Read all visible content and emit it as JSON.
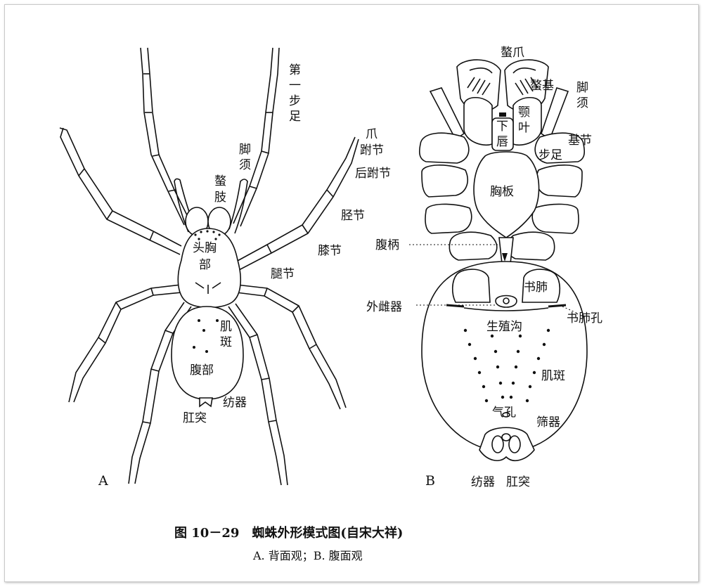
{
  "panels": {
    "dorsal": {
      "letter": "A",
      "labels": {
        "first_leg": [
          "第",
          "一",
          "步",
          "足"
        ],
        "claw": "爪",
        "tarsus": "跗节",
        "metatarsus": "后跗节",
        "tibia": "胫节",
        "patella": "膝节",
        "femur": "腿节",
        "pedipalp": [
          "脚",
          "须"
        ],
        "chelicera": [
          "螯",
          "肢"
        ],
        "cephalothorax": [
          "头胸",
          "部"
        ],
        "muscle_spots": [
          "肌",
          "斑"
        ],
        "abdomen": "腹部",
        "spinnerets": "纺器",
        "anal_tubercle": "肛突"
      }
    },
    "ventral": {
      "letter": "B",
      "labels": {
        "fang": "螯爪",
        "chelicera_base": "螯基",
        "pedipalp": [
          "脚",
          "须"
        ],
        "labium": [
          "下",
          "唇"
        ],
        "maxilla": [
          "颚",
          "叶"
        ],
        "coxa": "基节",
        "walking_leg": "步足",
        "sternum": "胸板",
        "pedicel": "腹柄",
        "epigynum": "外雌器",
        "book_lung": "书肺",
        "book_lung_slit": "书肺孔",
        "epigastric_furrow": "生殖沟",
        "muscle_spots": "肌斑",
        "spiracle": "气孔",
        "cribellum": "筛器",
        "spinnerets": "纺器",
        "anal_tubercle": "肛突"
      }
    }
  },
  "caption": {
    "title": "图 10－29　蜘蛛外形模式图(自宋大祥)",
    "subtitle": "A. 背面观；B. 腹面观"
  }
}
